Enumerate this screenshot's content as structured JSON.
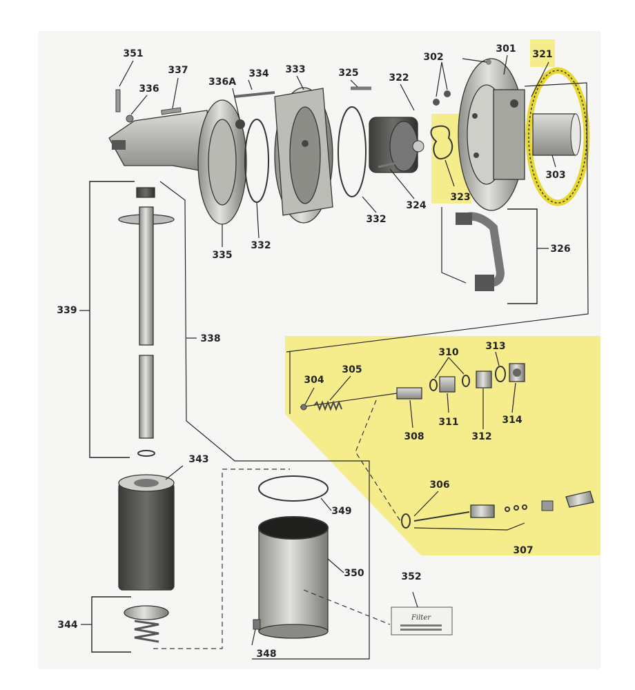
{
  "colors": {
    "highlight": "#f5ec8c",
    "highlight_outline": "#e6d830",
    "ink": "#222222",
    "metal_light": "#d6d6d2",
    "metal_mid": "#a9a9a4",
    "metal_dark": "#5a5a56"
  },
  "labels": {
    "p301": "301",
    "p302": "302",
    "p303": "303",
    "p304": "304",
    "p305": "305",
    "p306": "306",
    "p307": "307",
    "p308": "308",
    "p310": "310",
    "p311": "311",
    "p312": "312",
    "p313": "313",
    "p314": "314",
    "p321": "321",
    "p322": "322",
    "p323": "323",
    "p324": "324",
    "p325": "325",
    "p326": "326",
    "p332a": "332",
    "p332b": "332",
    "p333": "333",
    "p334": "334",
    "p335": "335",
    "p336": "336",
    "p336a": "336A",
    "p337": "337",
    "p338": "338",
    "p339": "339",
    "p343": "343",
    "p344": "344",
    "p348": "348",
    "p349": "349",
    "p350": "350",
    "p351": "351",
    "p352": "352"
  },
  "box352_text": "Filter"
}
